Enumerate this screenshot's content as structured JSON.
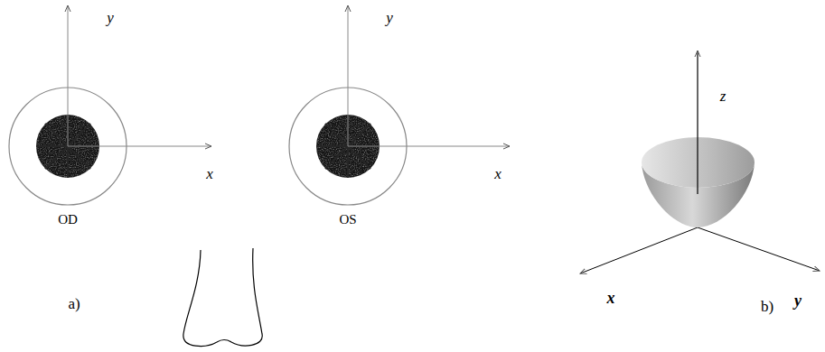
{
  "diagram": {
    "labels": [
      "y",
      "x",
      "OD",
      "y",
      "x",
      "OS",
      "a)",
      "z",
      "x",
      "y",
      "b)"
    ]
  }
}
